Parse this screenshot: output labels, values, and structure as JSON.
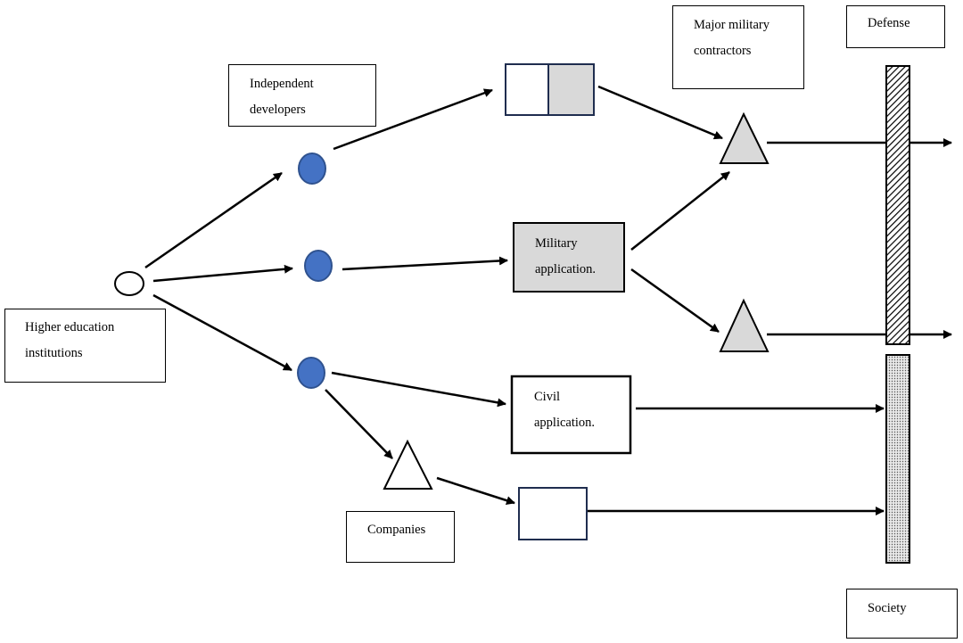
{
  "labels": {
    "higher_education": "Higher education\ninstitutions",
    "independent_developers": "Independent\ndevelopers",
    "companies": "Companies",
    "major_military_contractors": "Major military\ncontractors",
    "defense": "Defense",
    "society": "Society"
  },
  "nodes": {
    "military_application": "Military\napplication.",
    "civil_application": "Civil\napplication."
  },
  "colors": {
    "blue_fill": "#4472c4",
    "blue_stroke": "#2f528f",
    "navy": "#1f2d4f",
    "gray_fill": "#d9d9d9",
    "stroke": "#000000"
  }
}
